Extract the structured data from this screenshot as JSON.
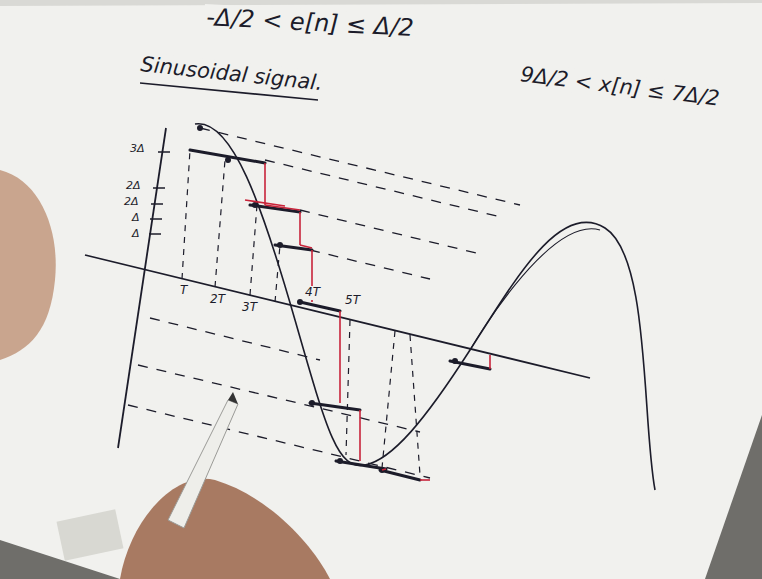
{
  "diagram": {
    "labels": [
      "-Δ/2 < e[n] ≤ Δ/2",
      "Sinusoidal signal.",
      "9Δ/2 < x[n] ≤ 7Δ/2",
      "3Δ",
      "2Δ",
      "2Δ",
      "Δ",
      "Δ",
      "T",
      "2T",
      "3T",
      "4T",
      "5T"
    ]
  }
}
